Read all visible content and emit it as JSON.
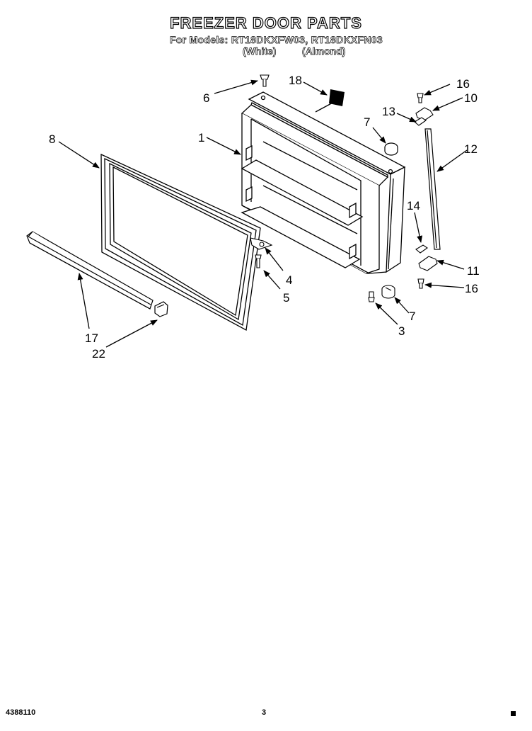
{
  "header": {
    "title": "FREEZER DOOR PARTS",
    "models_line": "For Models: RT18DKXFW03, RT18DKXFN03",
    "color_white": "(White)",
    "color_almond": "(Almond)"
  },
  "callouts": {
    "c1": "1",
    "c3": "3",
    "c4": "4",
    "c5": "5",
    "c6": "6",
    "c7a": "7",
    "c7b": "7",
    "c8": "8",
    "c10": "10",
    "c11": "11",
    "c12": "12",
    "c13": "13",
    "c14": "14",
    "c16a": "16",
    "c16b": "16",
    "c17": "17",
    "c18": "18",
    "c22": "22"
  },
  "footer": {
    "doc_number": "4388110",
    "page_number": "3"
  }
}
